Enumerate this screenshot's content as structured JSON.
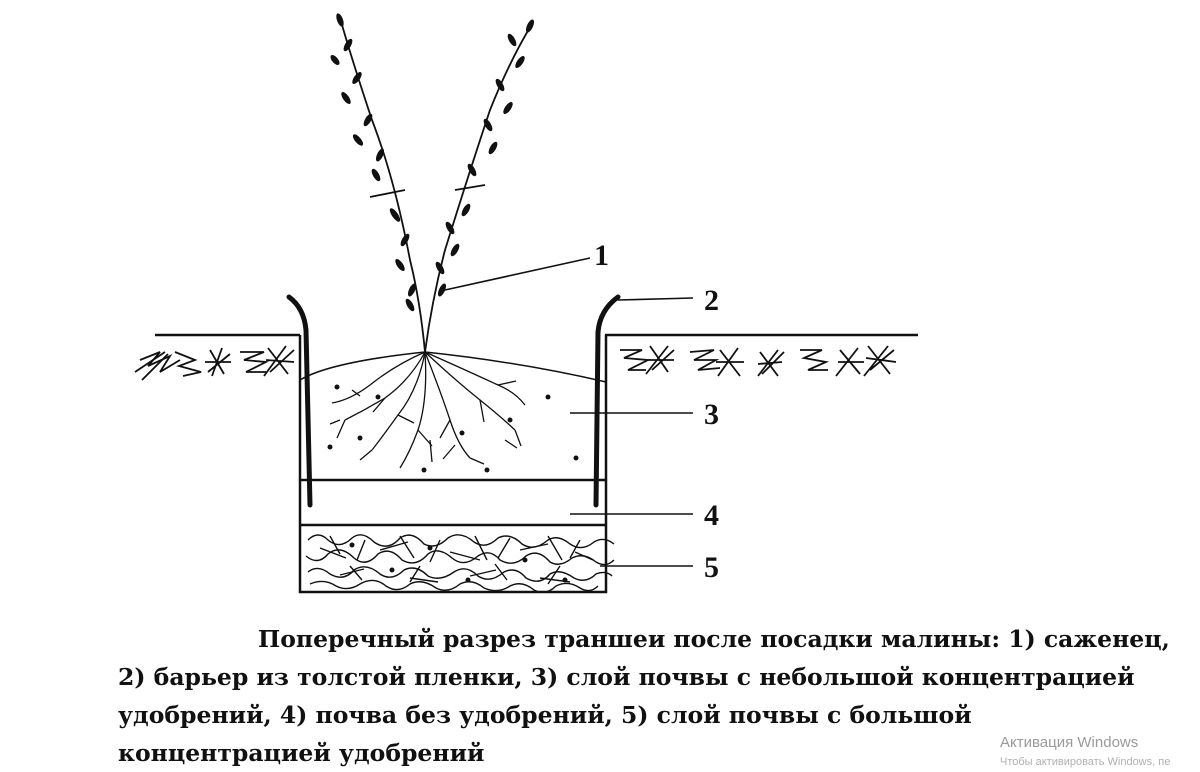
{
  "labels": [
    "1",
    "2",
    "3",
    "4",
    "5"
  ],
  "caption": {
    "line1": "Поперечный разрез траншеи после посадки малины: 1) саженец,",
    "line2": "2) барьер из толстой пленки, 3) слой почвы с небольшой концентрацией",
    "line3": "удобрений, 4) почва без удобрений, 5) слой почвы с большой",
    "line4": "концентрацией удобрений"
  },
  "watermark": {
    "title": "Активация Windows",
    "subtitle": "Чтобы активировать Windows, пе"
  },
  "colors": {
    "ink": "#111111",
    "background": "#ffffff"
  }
}
